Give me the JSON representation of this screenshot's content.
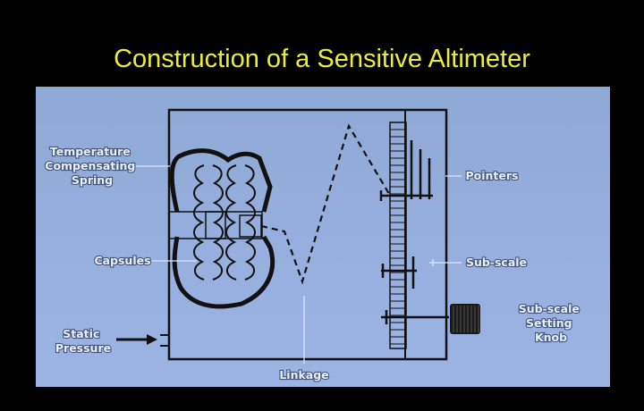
{
  "slide": {
    "title": "Construction of a Sensitive Altimeter"
  },
  "diagram": {
    "labels": {
      "temp_spring": [
        "Temperature",
        "Compensating",
        "Spring"
      ],
      "capsules": "Capsules",
      "static_pressure": [
        "Static",
        "Pressure"
      ],
      "linkage": "Linkage",
      "pointers": "Pointers",
      "sub_scale": "Sub-scale",
      "sub_scale_knob": [
        "Sub-scale",
        "Setting",
        "Knob"
      ]
    },
    "colors": {
      "panel_top": "#8fa9d6",
      "panel_bottom": "#9cb4e4",
      "title": "#ecec3a",
      "lines": "#111111"
    }
  }
}
